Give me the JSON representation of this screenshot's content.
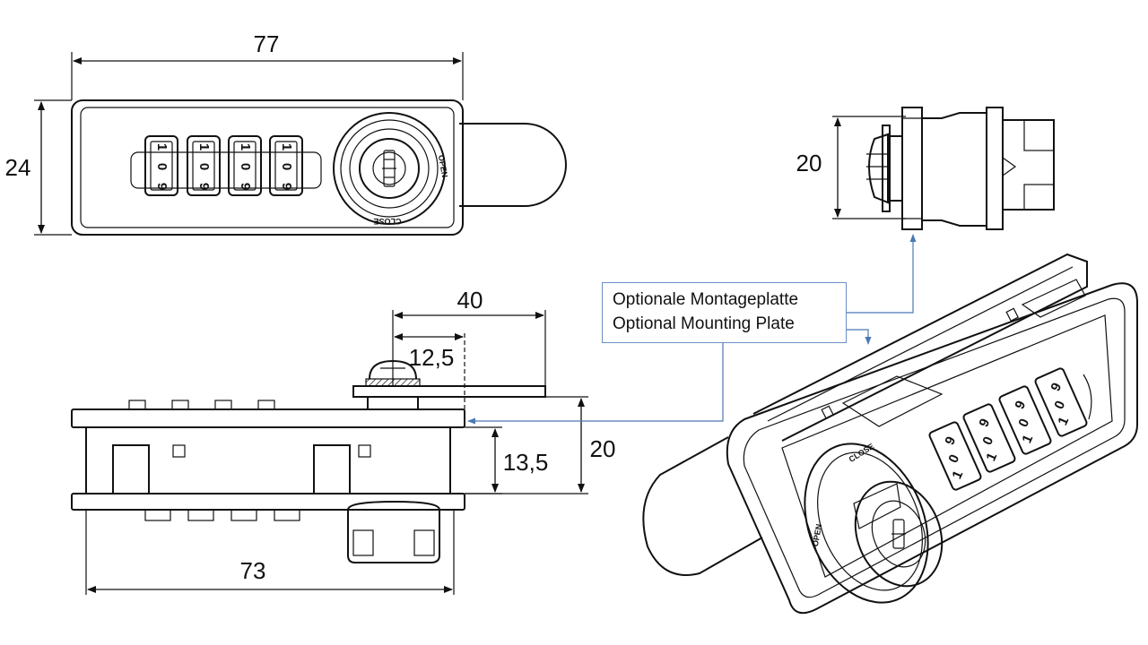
{
  "dimensions": {
    "front_width": "77",
    "front_height": "24",
    "side_height": "20",
    "plate_width": "40",
    "screw_offset": "12,5",
    "body_depth": "13,5",
    "plate_offset": "20",
    "body_width": "73"
  },
  "dial_digits": [
    "1",
    "0",
    "9"
  ],
  "knob_labels": {
    "open": "OPEN",
    "close": "CLOSE"
  },
  "callout": {
    "line_de": "Optionale Montageplatte",
    "line_en": "Optional Mounting Plate"
  },
  "colors": {
    "line": "#111111",
    "leader": "#4a78b5",
    "callout_border": "#6b8fc7"
  }
}
